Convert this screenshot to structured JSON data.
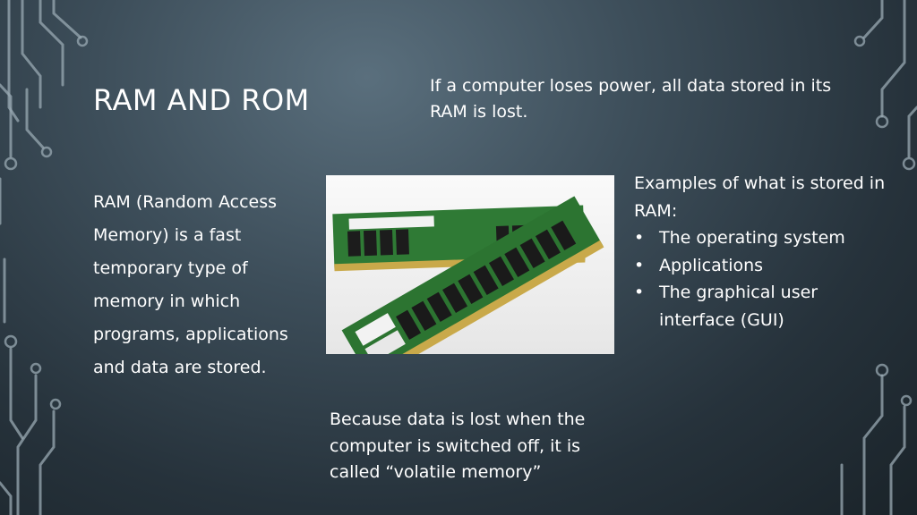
{
  "slide": {
    "title": "RAM AND ROM",
    "intro": "RAM (Random Access Memory) is a fast temporary type of memory in which programs, applications and data are stored.",
    "power_note": "If a computer loses power, all data stored in its RAM is lost.",
    "examples": {
      "heading": "Examples of what is stored in RAM:",
      "items": [
        "The operating system",
        "Applications",
        "The graphical user interface (GUI)"
      ]
    },
    "volatile_note": "Because data is lost when the computer is switched off, it is called “volatile memory”"
  },
  "colors": {
    "background_dark": "#26323b",
    "background_light": "#5a6f7d",
    "circuit": "#9aa9b3",
    "text": "#ffffff",
    "pcb_green": "#2f7a35",
    "chip_black": "#1c1c1c"
  },
  "image": {
    "subject": "ram-modules-photo"
  }
}
